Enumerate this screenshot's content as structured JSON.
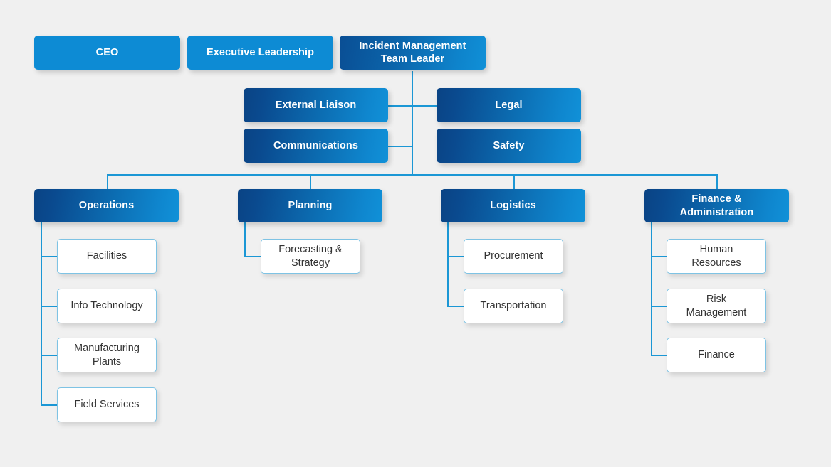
{
  "canvas": {
    "background": "#f0f0f0",
    "line_color": "#1b97d5",
    "leaf_border_color": "#7ec3e4",
    "leaf_text_color": "#333333",
    "node_text_color": "#ffffff",
    "gradient_from": "#0a4384",
    "gradient_to": "#1191d8",
    "flat_blue": "#0d8bd4"
  },
  "top_row": {
    "ceo": "CEO",
    "executive_leadership": "Executive Leadership",
    "incident_management_team_leader": "Incident Management\nTeam Leader"
  },
  "support_row": {
    "external_liaison": "External Liaison",
    "legal": "Legal",
    "communications": "Communications",
    "safety": "Safety"
  },
  "branches": [
    {
      "id": "operations",
      "label": "Operations",
      "children": [
        "Facilities",
        "Info Technology",
        "Manufacturing\nPlants",
        "Field Services"
      ]
    },
    {
      "id": "planning",
      "label": "Planning",
      "children": [
        "Forecasting &\nStrategy"
      ]
    },
    {
      "id": "logistics",
      "label": "Logistics",
      "children": [
        "Procurement",
        "Transportation"
      ]
    },
    {
      "id": "finance-administration",
      "label": "Finance &\nAdministration",
      "children": [
        "Human\nResources",
        "Risk\nManagement",
        "Finance"
      ]
    }
  ]
}
